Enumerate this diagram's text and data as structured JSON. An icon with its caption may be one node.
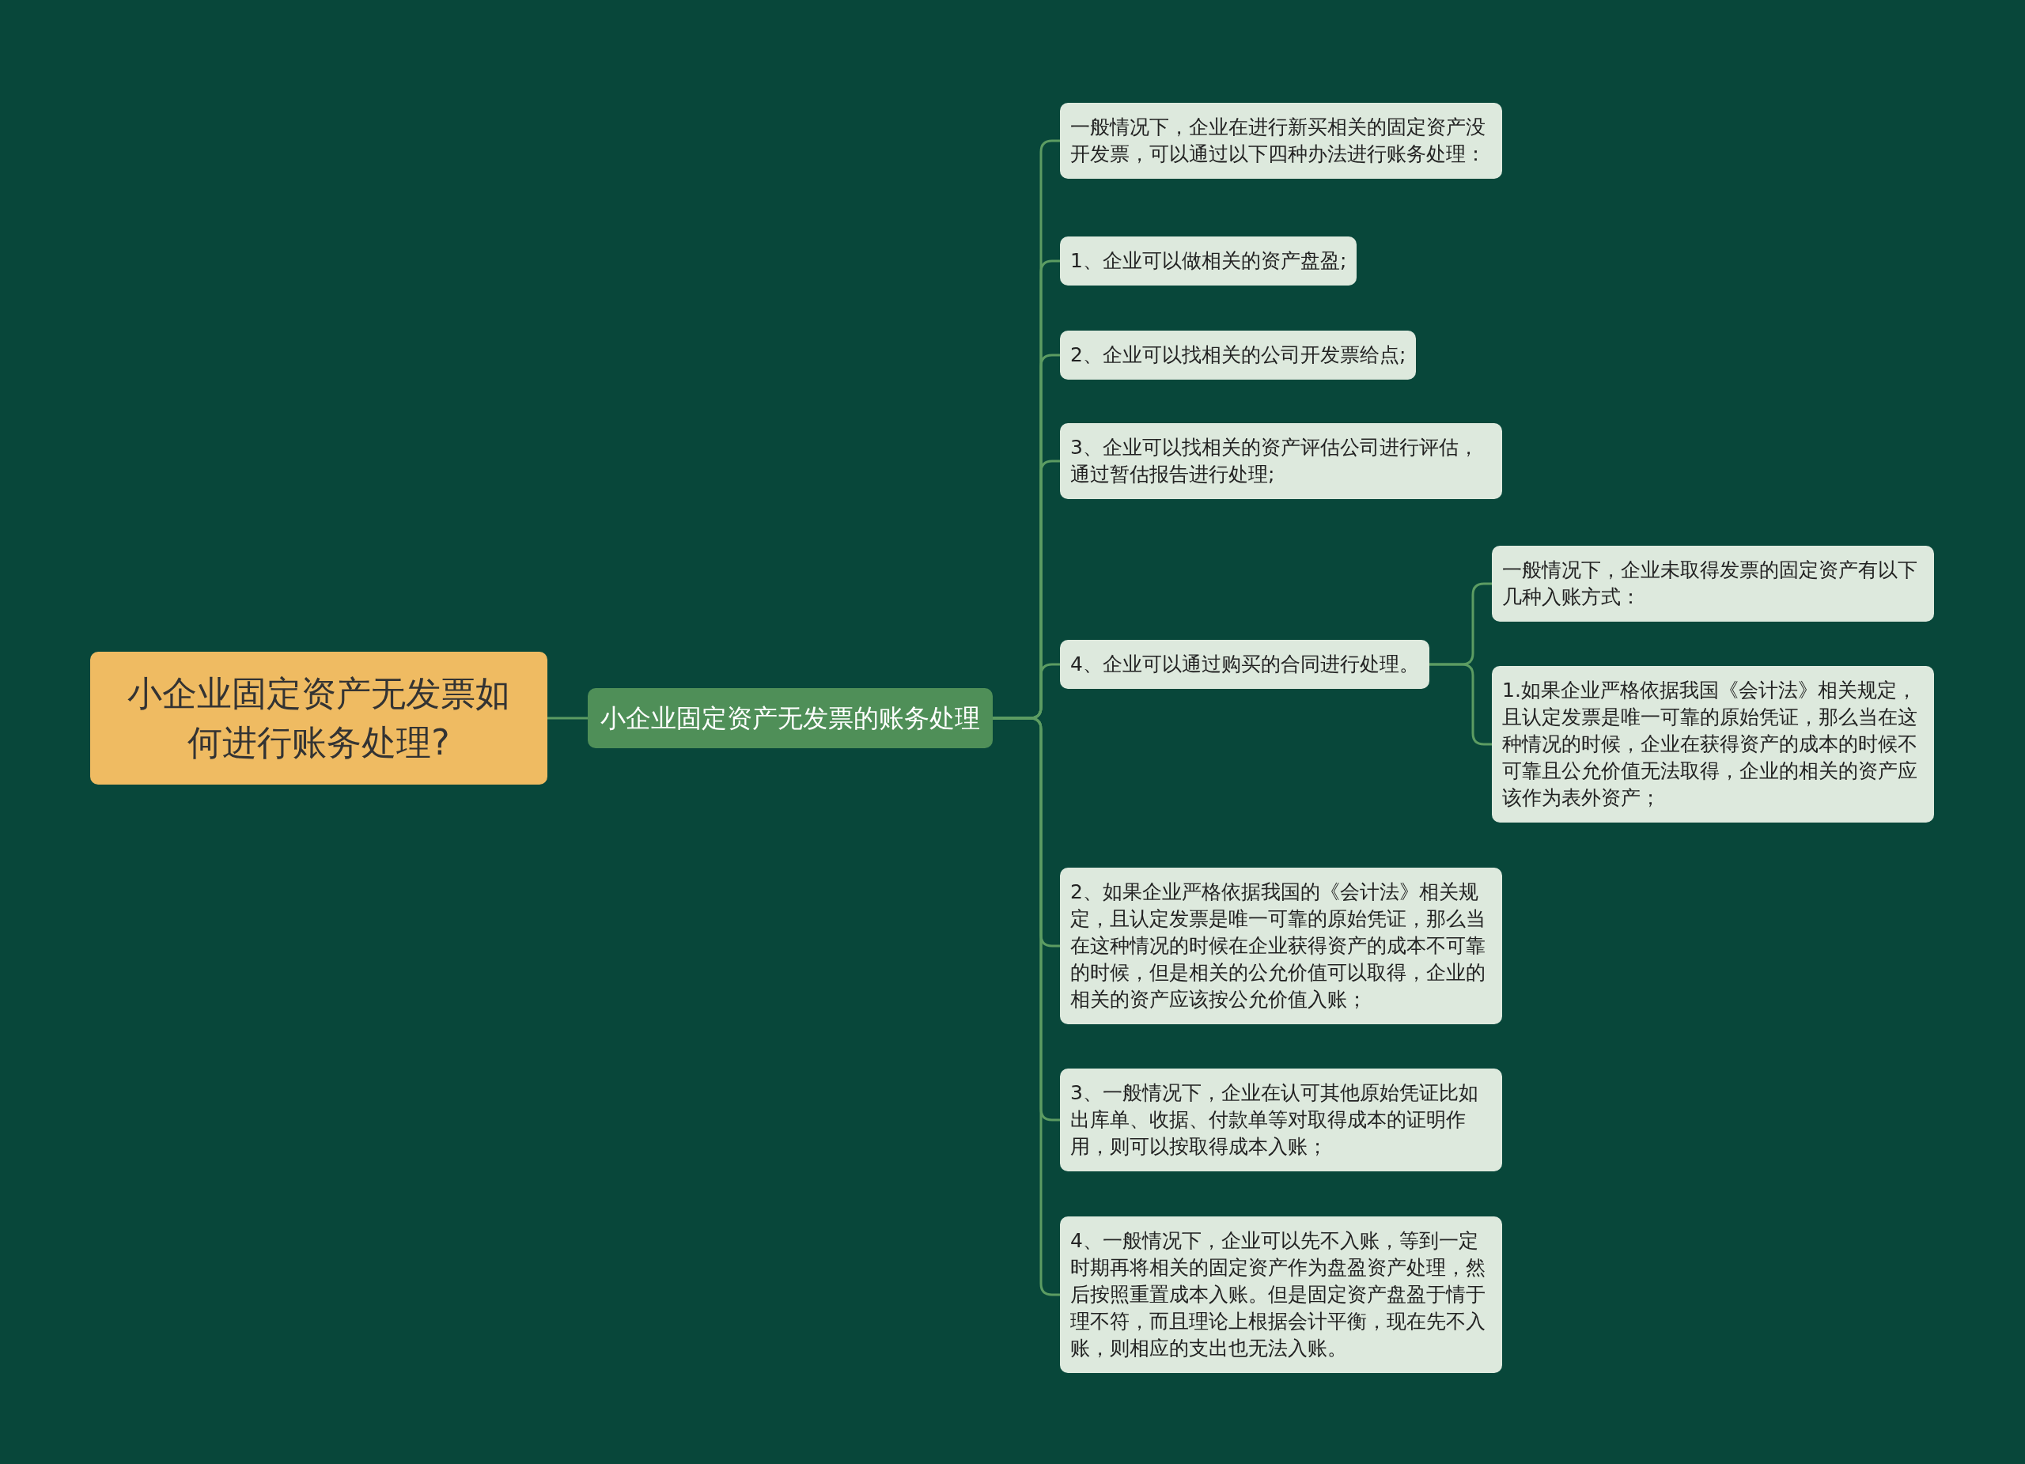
{
  "diagram": {
    "nodes": [
      {
        "text": [
          "小企业固定资产无发票如何进行账务处理?"
        ]
      },
      {
        "text": [
          "小企业固定资产无发票的账务处理"
        ]
      },
      {
        "text": [
          "一般情况下，企业在进行新买相关的固定资产没开发票，可以通过以下四种办法进行账务处理："
        ]
      },
      {
        "text": [
          "1、企业可以做相关的资产盘盈;"
        ]
      },
      {
        "text": [
          "2、企业可以找相关的公司开发票给点;"
        ]
      },
      {
        "text": [
          "3、企业可以找相关的资产评估公司进行评估，通过暂估报告进行处理;"
        ]
      },
      {
        "text": [
          "4、企业可以通过购买的合同进行处理。"
        ]
      },
      {
        "text": [
          "一般情况下，企业未取得发票的固定资产有以下几种入账方式："
        ]
      },
      {
        "text": [
          "1.如果企业严格依据我国《会计法》相关规定，且认定发票是唯一可靠的原始凭证，那么当在这种情况的时候，企业在获得资产的成本的时候不可靠且公允价值无法取得，企业的相关的资产应该作为表外资产；"
        ]
      },
      {
        "text": [
          "2、如果企业严格依据我国的《会计法》相关规定，且认定发票是唯一可靠的原始凭证，那么当在这种情况的时候在企业获得资产的成本不可靠的时候，但是相关的公允价值可以取得，企业的相关的资产应该按公允价值入账；"
        ]
      },
      {
        "text": [
          "3、一般情况下，企业在认可其他原始凭证比如出库单、收据、付款单等对取得成本的证明作用，则可以按取得成本入账；"
        ]
      },
      {
        "text": [
          "4、一般情况下，企业可以先不入账，等到一定时期再将相关的固定资产作为盘盈资产处理，然后按照重置成本入账。但是固定资产盘盈于情于理不符，而且理论上根据会计平衡，现在先不入账，则相应的支出也无法入账。"
        ]
      }
    ],
    "edges": [
      {
        "from": 0,
        "to": 1,
        "arrow": "none"
      },
      {
        "from": 1,
        "to": 2,
        "arrow": "none"
      },
      {
        "from": 1,
        "to": 3,
        "arrow": "none"
      },
      {
        "from": 1,
        "to": 4,
        "arrow": "none"
      },
      {
        "from": 1,
        "to": 5,
        "arrow": "none"
      },
      {
        "from": 1,
        "to": 6,
        "arrow": "none"
      },
      {
        "from": 6,
        "to": 7,
        "arrow": "none"
      },
      {
        "from": 6,
        "to": 8,
        "arrow": "none"
      },
      {
        "from": 1,
        "to": 9,
        "arrow": "none"
      },
      {
        "from": 1,
        "to": 10,
        "arrow": "none"
      },
      {
        "from": 1,
        "to": 11,
        "arrow": "none"
      }
    ]
  }
}
